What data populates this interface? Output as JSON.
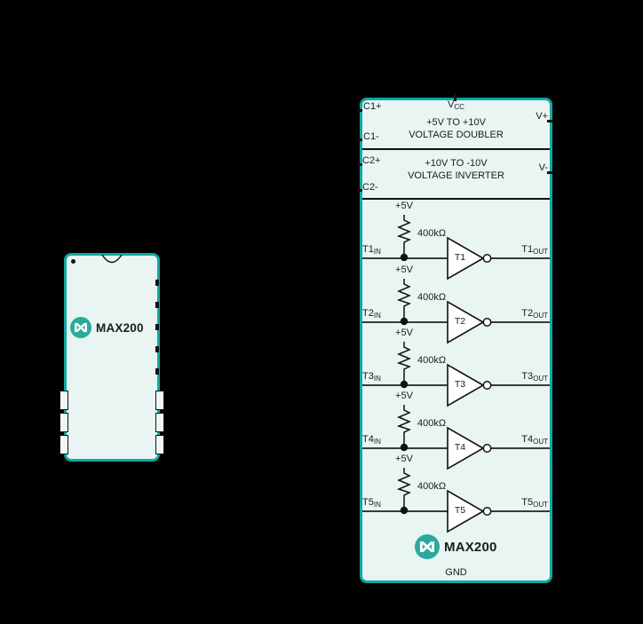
{
  "colors": {
    "background": "#000000",
    "chip_border_teal": "#10a8a3",
    "chip_fill": "#e8f5f2",
    "logo_teal": "#2aa99e",
    "wire": "#3a3a3a",
    "ink": "#1b1b1b"
  },
  "pin_package": {
    "part_label": "MAX200",
    "logo_icon": "maxim-logo"
  },
  "block_diagram": {
    "vcc": {
      "base": "V",
      "sub": "CC"
    },
    "doubler": {
      "line1": "+5V TO +10V",
      "line2": "VOLTAGE DOUBLER",
      "pin_left_1": "C1+",
      "pin_left_2": "C1-",
      "pin_right": "V+"
    },
    "inverter": {
      "line1": "+10V TO -10V",
      "line2": "VOLTAGE INVERTER",
      "pin_left_1": "C2+",
      "pin_left_2": "C2-",
      "pin_right": "V-"
    },
    "transmitters": [
      {
        "name": "T1",
        "supply": "+5V",
        "resistor": "400kΩ",
        "in_base": "T1",
        "in_sub": "IN",
        "out_base": "T1",
        "out_sub": "OUT"
      },
      {
        "name": "T2",
        "supply": "+5V",
        "resistor": "400kΩ",
        "in_base": "T2",
        "in_sub": "IN",
        "out_base": "T2",
        "out_sub": "OUT"
      },
      {
        "name": "T3",
        "supply": "+5V",
        "resistor": "400kΩ",
        "in_base": "T3",
        "in_sub": "IN",
        "out_base": "T3",
        "out_sub": "OUT"
      },
      {
        "name": "T4",
        "supply": "+5V",
        "resistor": "400kΩ",
        "in_base": "T4",
        "in_sub": "IN",
        "out_base": "T4",
        "out_sub": "OUT"
      },
      {
        "name": "T5",
        "supply": "+5V",
        "resistor": "400kΩ",
        "in_base": "T5",
        "in_sub": "IN",
        "out_base": "T5",
        "out_sub": "OUT"
      }
    ],
    "part_label": "MAX200",
    "gnd_label": "GND"
  }
}
